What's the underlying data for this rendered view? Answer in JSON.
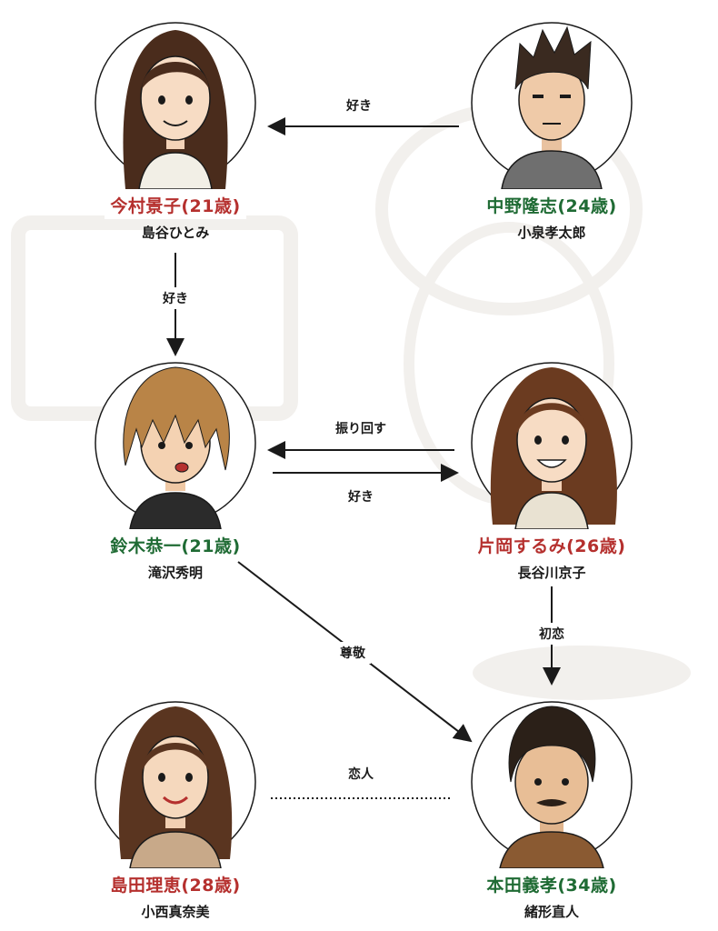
{
  "characters": {
    "imamura": {
      "name": "今村景子(21歳)",
      "actor": "島谷ひとみ",
      "name_color": "#b5302e"
    },
    "nakano": {
      "name": "中野隆志(24歳)",
      "actor": "小泉孝太郎",
      "name_color": "#1f6b34"
    },
    "suzuki": {
      "name": "鈴木恭一(21歳)",
      "actor": "滝沢秀明",
      "name_color": "#1f6b34"
    },
    "kataoka": {
      "name": "片岡するみ(26歳)",
      "actor": "長谷川京子",
      "name_color": "#b5302e"
    },
    "shimada": {
      "name": "島田理恵(28歳)",
      "actor": "小西真奈美",
      "name_color": "#b5302e"
    },
    "honda": {
      "name": "本田義孝(34歳)",
      "actor": "緒形直人",
      "name_color": "#1f6b34"
    }
  },
  "relations": {
    "nakano_to_imamura": "好き",
    "imamura_to_suzuki": "好き",
    "kataoka_to_suzuki": "振り回す",
    "suzuki_to_kataoka": "好き",
    "kataoka_to_honda": "初恋",
    "suzuki_to_honda": "尊敬",
    "shimada_honda": "恋人"
  }
}
